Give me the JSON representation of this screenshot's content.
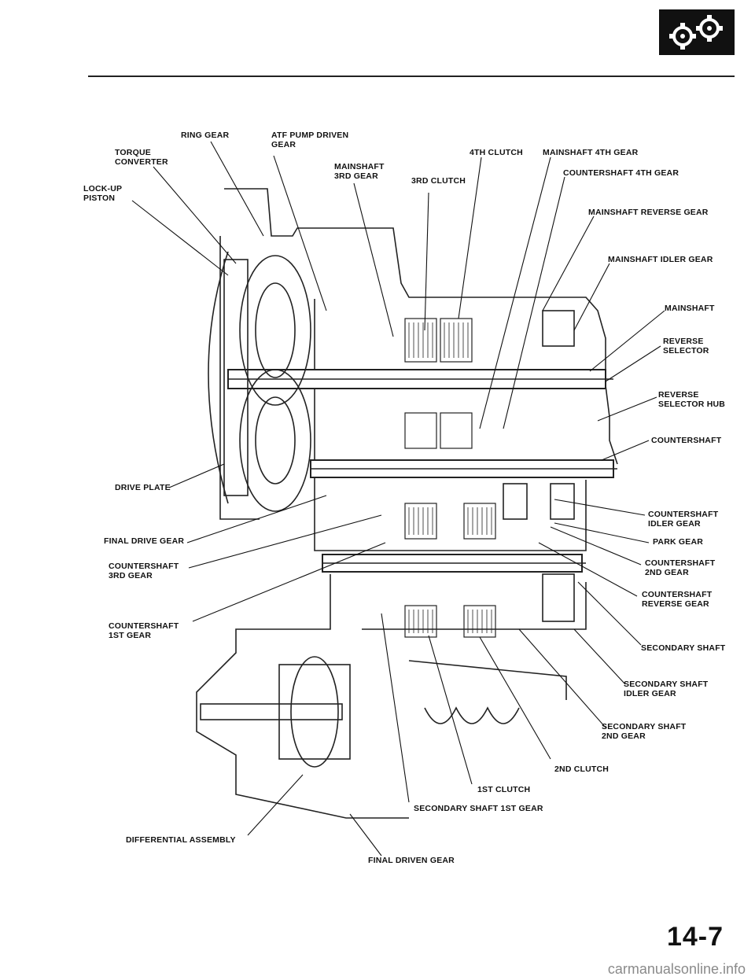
{
  "labels": {
    "ring_gear": "RING GEAR",
    "atf_pump_driven_gear": "ATF PUMP DRIVEN\nGEAR",
    "torque_converter": "TORQUE\nCONVERTER",
    "lock_up_piston": "LOCK-UP\nPISTON",
    "mainshaft_3rd_gear": "MAINSHAFT\n3RD GEAR",
    "third_clutch": "3RD CLUTCH",
    "fourth_clutch": "4TH CLUTCH",
    "mainshaft_4th_gear": "MAINSHAFT 4TH GEAR",
    "countershaft_4th_gear": "COUNTERSHAFT 4TH GEAR",
    "mainshaft_reverse_gear": "MAINSHAFT REVERSE GEAR",
    "mainshaft_idler_gear": "MAINSHAFT IDLER GEAR",
    "mainshaft": "MAINSHAFT",
    "reverse_selector": "REVERSE\nSELECTOR",
    "reverse_selector_hub": "REVERSE\nSELECTOR HUB",
    "countershaft": "COUNTERSHAFT",
    "drive_plate": "DRIVE PLATE",
    "countershaft_idler_gear": "COUNTERSHAFT\nIDLER GEAR",
    "final_drive_gear": "FINAL DRIVE GEAR",
    "park_gear": "PARK GEAR",
    "countershaft_3rd_gear": "COUNTERSHAFT\n3RD GEAR",
    "countershaft_2nd_gear": "COUNTERSHAFT\n2ND GEAR",
    "countershaft_reverse_gear": "COUNTERSHAFT\nREVERSE GEAR",
    "countershaft_1st_gear": "COUNTERSHAFT\n1ST GEAR",
    "secondary_shaft": "SECONDARY SHAFT",
    "secondary_shaft_idler_gear": "SECONDARY SHAFT\nIDLER GEAR",
    "secondary_shaft_2nd_gear": "SECONDARY SHAFT\n2ND GEAR",
    "second_clutch": "2ND CLUTCH",
    "first_clutch": "1ST CLUTCH",
    "secondary_shaft_1st_gear": "SECONDARY SHAFT 1ST GEAR",
    "differential_assembly": "DIFFERENTIAL ASSEMBLY",
    "final_driven_gear": "FINAL DRIVEN GEAR"
  },
  "page_number": "14-7",
  "watermark": "carmanualsonline.info",
  "icons": {
    "header_logo": "gears-icon"
  }
}
